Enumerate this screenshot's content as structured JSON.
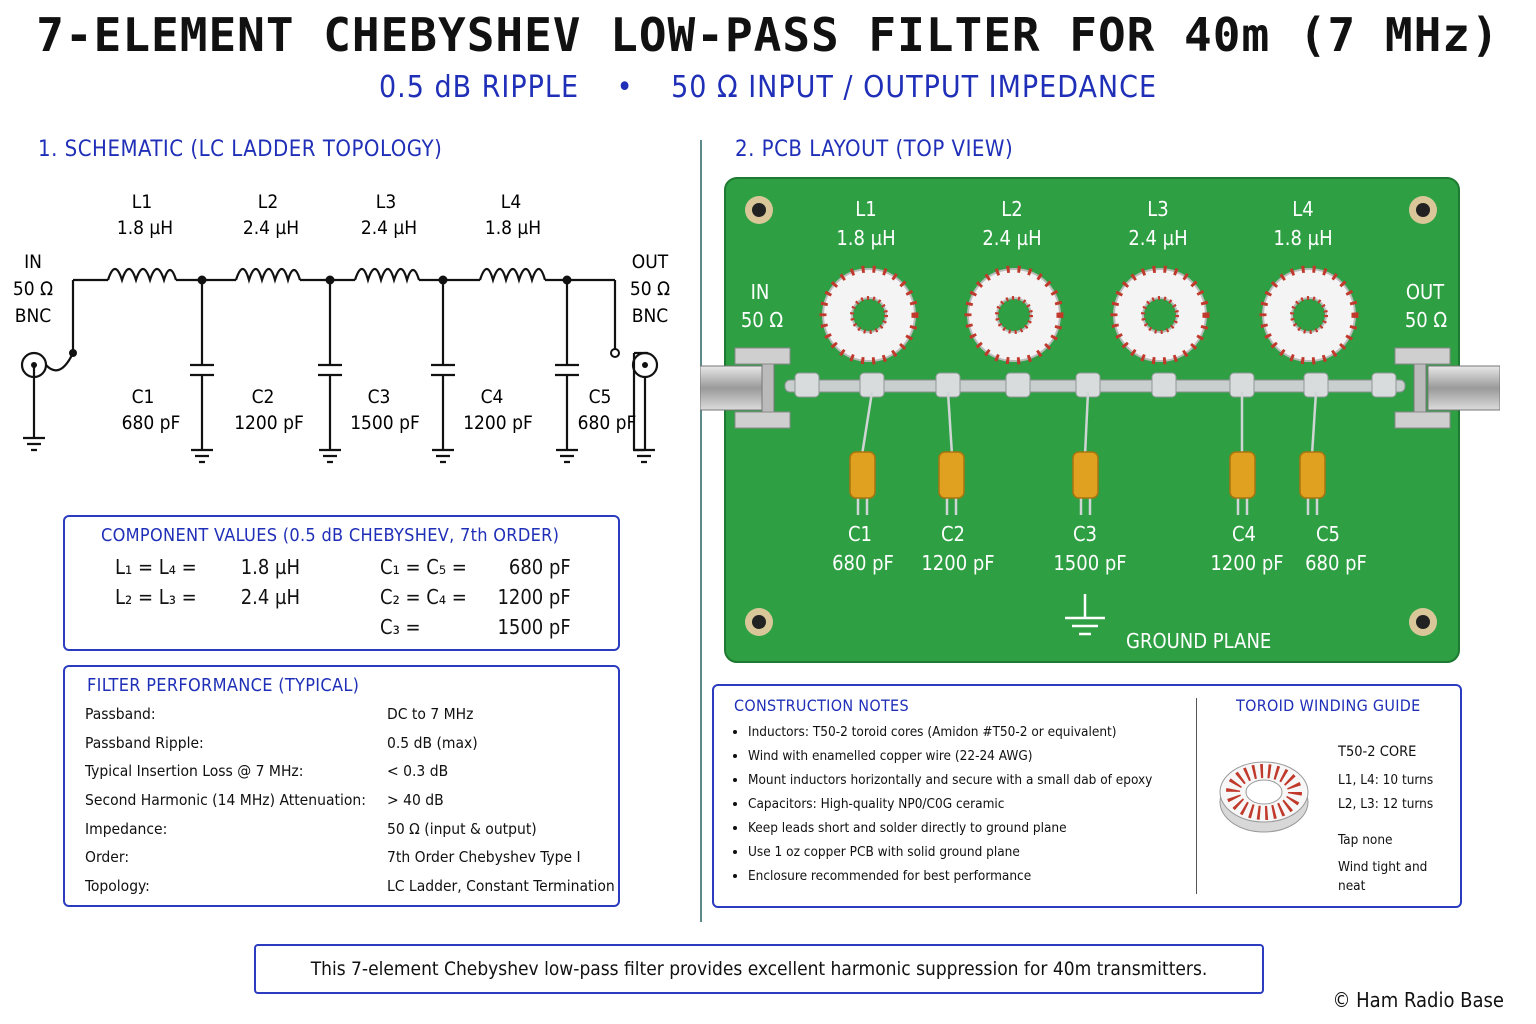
{
  "title": "7-ELEMENT CHEBYSHEV LOW-PASS FILTER FOR 40m (7 MHz)",
  "subtitle": {
    "left": "0.5 dB RIPPLE",
    "sep": "•",
    "right": "50 Ω INPUT / OUTPUT IMPEDANCE"
  },
  "schematic": {
    "heading": "1. SCHEMATIC (LC LADDER TOPOLOGY)",
    "input": [
      "IN",
      "50 Ω",
      "BNC"
    ],
    "output": [
      "OUT",
      "50 Ω",
      "BNC"
    ],
    "inductors": [
      {
        "name": "L1",
        "value": "1.8 µH"
      },
      {
        "name": "L2",
        "value": "2.4 µH"
      },
      {
        "name": "L3",
        "value": "2.4 µH"
      },
      {
        "name": "L4",
        "value": "1.8 µH"
      }
    ],
    "capacitors": [
      {
        "name": "C1",
        "value": "680 pF"
      },
      {
        "name": "C2",
        "value": "1200 pF"
      },
      {
        "name": "C3",
        "value": "1500 pF"
      },
      {
        "name": "C4",
        "value": "1200 pF"
      },
      {
        "name": "C5",
        "value": "680 pF"
      }
    ]
  },
  "pcb": {
    "heading": "2. PCB LAYOUT (TOP VIEW)",
    "input": [
      "IN",
      "50 Ω"
    ],
    "output": [
      "OUT",
      "50 Ω"
    ],
    "inductors": [
      {
        "name": "L1",
        "value": "1.8 µH"
      },
      {
        "name": "L2",
        "value": "2.4 µH"
      },
      {
        "name": "L3",
        "value": "2.4 µH"
      },
      {
        "name": "L4",
        "value": "1.8 µH"
      }
    ],
    "capacitors": [
      {
        "name": "C1",
        "value": "680 pF"
      },
      {
        "name": "C2",
        "value": "1200 pF"
      },
      {
        "name": "C3",
        "value": "1500 pF"
      },
      {
        "name": "C4",
        "value": "1200 pF"
      },
      {
        "name": "C5",
        "value": "680 pF"
      }
    ],
    "ground_label": "GROUND PLANE",
    "board_color": "#2ea043"
  },
  "component_values": {
    "heading": "COMPONENT VALUES (0.5 dB CHEBYSHEV, 7th ORDER)",
    "left": [
      {
        "eq": "L₁ = L₄ =",
        "val": "1.8 µH"
      },
      {
        "eq": "L₂ = L₃ =",
        "val": "2.4 µH"
      }
    ],
    "right": [
      {
        "eq": "C₁ = C₅ =",
        "val": "680 pF"
      },
      {
        "eq": "C₂ = C₄ =",
        "val": "1200 pF"
      },
      {
        "eq": "C₃ =",
        "val": "1500 pF"
      }
    ]
  },
  "performance": {
    "heading": "FILTER PERFORMANCE (TYPICAL)",
    "rows": [
      {
        "label": "Passband:",
        "value": "DC to 7 MHz"
      },
      {
        "label": "Passband Ripple:",
        "value": "0.5 dB (max)"
      },
      {
        "label": "Typical Insertion Loss @ 7 MHz:",
        "value": "< 0.3 dB"
      },
      {
        "label": "Second Harmonic (14 MHz) Attenuation:",
        "value": "> 40 dB"
      },
      {
        "label": "Impedance:",
        "value": "50 Ω (input & output)"
      },
      {
        "label": "Order:",
        "value": "7th Order Chebyshev Type I"
      },
      {
        "label": "Topology:",
        "value": "LC Ladder, Constant Termination"
      }
    ]
  },
  "construction": {
    "heading": "CONSTRUCTION NOTES",
    "items": [
      "Inductors: T50-2 toroid cores (Amidon #T50-2 or equivalent)",
      "Wind with enamelled copper wire (22-24 AWG)",
      "Mount inductors horizontally and secure with a small dab of epoxy",
      "Capacitors: High-quality NP0/C0G ceramic",
      "Keep leads short and solder directly to ground plane",
      "Use 1 oz copper PCB with solid ground plane",
      "Enclosure recommended for best performance"
    ]
  },
  "winding": {
    "heading": "TOROID WINDING GUIDE",
    "core": "T50-2 CORE",
    "l1l4": "L1, L4: 10 turns",
    "l2l3": "L2, L3: 12 turns",
    "tap": "Tap none",
    "tight": "Wind tight and neat"
  },
  "footer": "This 7-element Chebyshev low-pass filter provides excellent harmonic suppression for 40m transmitters.",
  "copyright": "© Ham Radio Base",
  "colors": {
    "accent_blue": "#1f2fb8",
    "pcb_green": "#2ea043",
    "winding_red": "#c0392b",
    "cap_yellow": "#e0a020"
  }
}
